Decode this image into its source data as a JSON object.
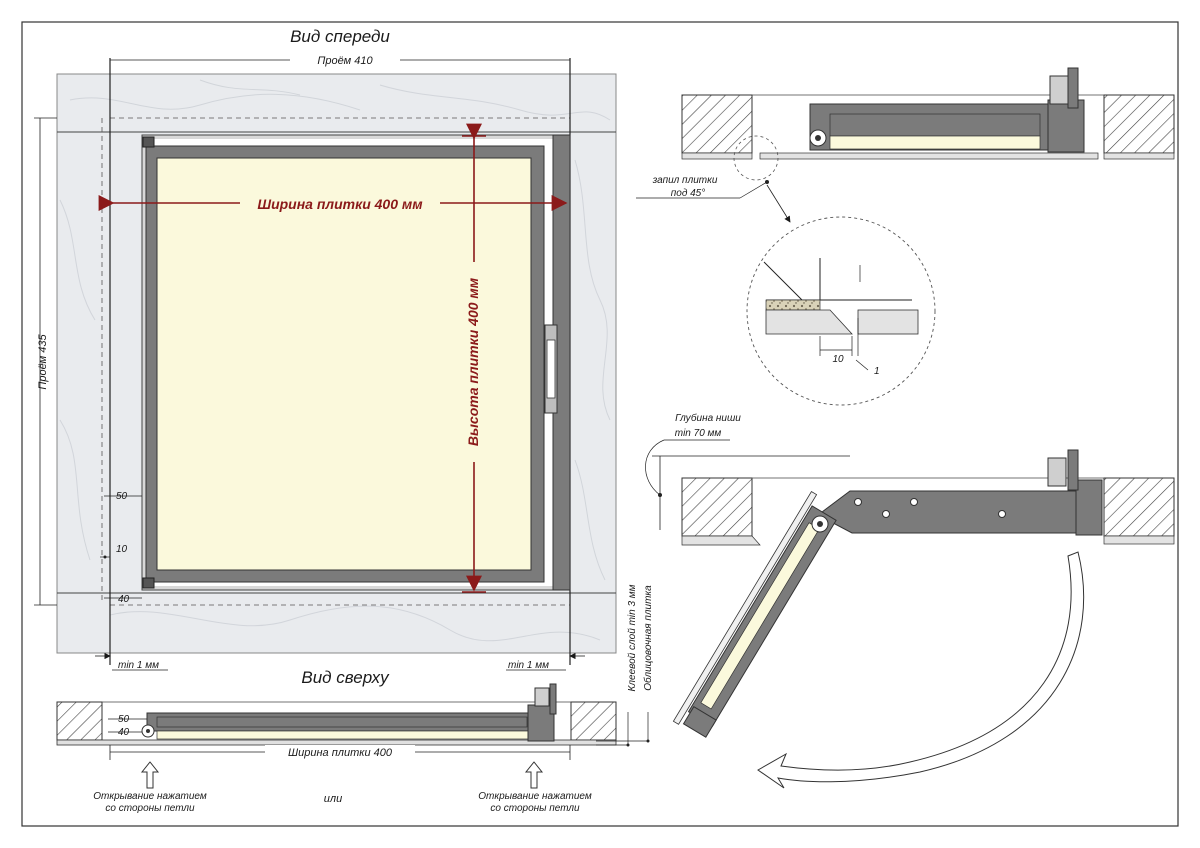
{
  "front_view": {
    "title": "Вид спереди",
    "opening_width": "Проём 410",
    "opening_height": "Проём 435",
    "tile_width": "Ширина плитки 400 мм",
    "tile_height": "Высота плитки 400 мм",
    "dim_50": "50",
    "dim_10": "10",
    "dim_40": "40",
    "min_gap_left": "min 1 мм",
    "min_gap_right": "min 1 мм"
  },
  "top_view": {
    "title": "Вид сверху",
    "dim_50": "50",
    "dim_40": "40",
    "tile_width": "Ширина плитки 400",
    "open_left_line1": "Открывание нажатием",
    "open_left_line2": "со стороны петли",
    "or_label": "или",
    "open_right_line1": "Открывание нажатием",
    "open_right_line2": "со стороны петли",
    "adhesive_label": "Клеевой слой min 3 мм",
    "facing_tile_label": "Облицовочная плитка"
  },
  "section_detail": {
    "cut_line1": "запил плитки",
    "cut_line2": "под 45°",
    "detail_dim_10": "10",
    "detail_dim_1": "1"
  },
  "open_view": {
    "niche_depth_line1": "Глубина ниши",
    "niche_depth_line2": "min 70 мм"
  },
  "colors": {
    "frame_steel": "#7b7b7b",
    "tile_cream": "#fbf9dc",
    "dimension_red": "#8b1a1a",
    "marble": "#e9ebee"
  }
}
